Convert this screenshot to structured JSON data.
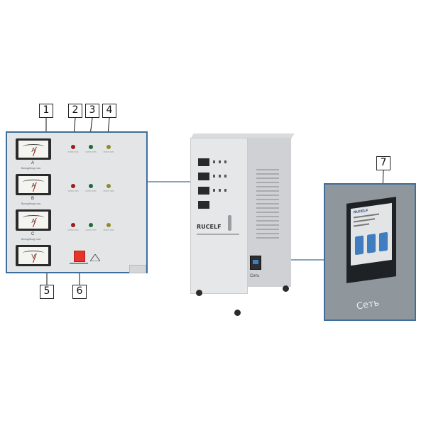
{
  "callouts": [
    "1",
    "2",
    "3",
    "4",
    "5",
    "6",
    "7"
  ],
  "panel": {
    "meters": [
      {
        "letter": "A",
        "phase": "A",
        "caption": "Выход/вход тока"
      },
      {
        "letter": "A",
        "phase": "B",
        "caption": "Выход/вход тока"
      },
      {
        "letter": "A",
        "phase": "C",
        "caption": "Выход/вход тока"
      },
      {
        "letter": "V",
        "phase": "",
        "caption": ""
      }
    ],
    "lamp_colors": [
      "red",
      "green",
      "yellow"
    ]
  },
  "cabinet": {
    "brand": "RUCELF",
    "switch_label": "Сеть"
  },
  "breaker_zoom": {
    "label": "Сеть",
    "breaker_brand": "RUCELF"
  },
  "colors": {
    "panel_border": "#3e6e9b",
    "connector": "#3e6e9b",
    "breaker_toggle": "#3f7cc0"
  }
}
